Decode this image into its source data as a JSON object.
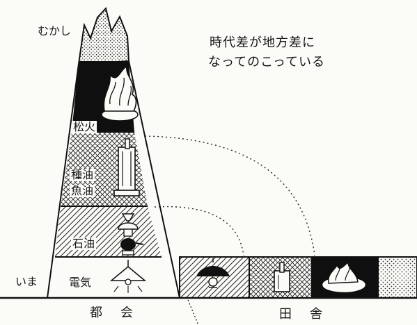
{
  "labels": {
    "top": "むかし",
    "bottom": "いま",
    "note_line1": "時代差が地方差に",
    "note_line2": "なってのこっている",
    "city": "都会",
    "country": "田舎"
  },
  "bands": [
    {
      "label": "松火",
      "icon": "torch-fire-icon"
    },
    {
      "label_lines": [
        "種油",
        "魚油"
      ],
      "icon": "oil-lamp-stand-icon"
    },
    {
      "label": "石油",
      "icon": "kerosene-lamp-icon"
    },
    {
      "label": "電気",
      "icon": "electric-lamp-icon"
    }
  ],
  "countryside_icons": [
    "electric-lamp-umbrella-icon",
    "oil-lamp-stand-icon",
    "torch-fire-icon"
  ]
}
